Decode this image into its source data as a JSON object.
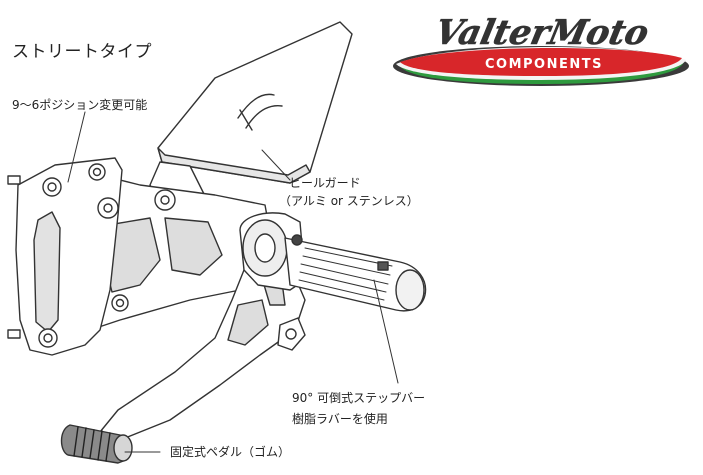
{
  "title": "ストリートタイプ",
  "brand": {
    "name": "ValterMoto",
    "sub": "COMPONENTS",
    "colors": {
      "red": "#d8262a",
      "green": "#2e9a3e",
      "white": "#f4f4f4",
      "dark": "#3a3a3a"
    }
  },
  "annotations": {
    "positions": "9～6ポジション変更可能",
    "heel_guard_line1": "ヒールガード",
    "heel_guard_line2": "（アルミ or ステンレス）",
    "step_bar_line1": "90°  可倒式ステップバー",
    "step_bar_line2": "樹脂ラバーを使用",
    "pedal": "固定式ペダル（ゴム）"
  },
  "colors": {
    "line": "#333333",
    "fill": "#ffffff",
    "shade": "#cfcfcf",
    "dark": "#555555"
  }
}
